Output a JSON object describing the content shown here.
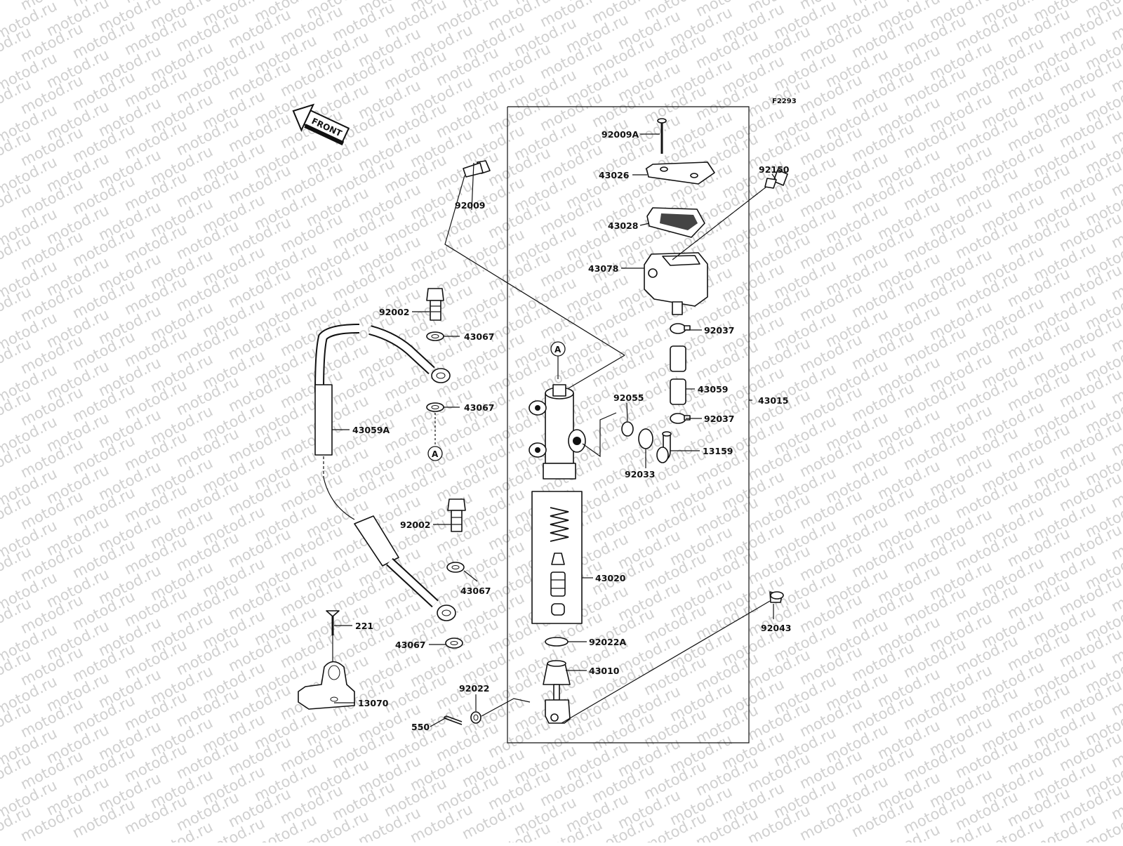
{
  "watermark": "motod.ru",
  "figure_code": "F2293",
  "front_arrow_label": "FRONT",
  "reference_marker": "A",
  "part_labels": {
    "p92009A": "92009A",
    "p43026": "43026",
    "p92150": "92150",
    "p43028": "43028",
    "p43078": "43078",
    "p92009": "92009",
    "p92002_upper": "92002",
    "p43067_a": "43067",
    "p92037_upper": "92037",
    "p43059": "43059",
    "p43015": "43015",
    "p92055": "92055",
    "p43067_b": "43067",
    "p92037_lower": "92037",
    "p43059A": "43059A",
    "p13159": "13159",
    "p92033": "92033",
    "p92002_lower": "92002",
    "p43020": "43020",
    "p43067_c": "43067",
    "p92043": "92043",
    "p221": "221",
    "p92022A": "92022A",
    "p43067_d": "43067",
    "p43010": "43010",
    "p92022": "92022",
    "p13070": "13070",
    "p550": "550"
  }
}
